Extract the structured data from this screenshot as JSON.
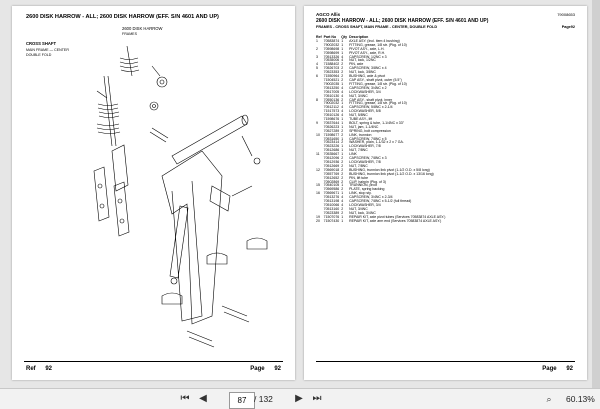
{
  "left_page": {
    "header": "2600 DISK HARROW - ALL; 2600 DISK HARROW (EFF. S/N 4601 AND UP)",
    "subtitle": "2600 DISK HARROW",
    "subtitle2": "FRAMES",
    "section": "CROSS SHAFT",
    "sub1": "MAIN FRAME — CENTER",
    "sub2": "DOUBLE FOLD",
    "footer_ref": "Ref",
    "footer_ref_num": "92",
    "footer_page_label": "Page",
    "footer_page_num": "92"
  },
  "right_page": {
    "brand": "AGCO Allis",
    "doc_code": "79008653",
    "header": "2600 DISK HARROW - ALL; 2600 DISK HARROW (EFF. S/N 4601 AND UP)",
    "subheader": "FRAMES - CROSS SHAFT, MAIN FRAME - CENTER, DOUBLE FOLD",
    "page_ref": "Page92",
    "columns": [
      "Ref",
      "Part No",
      "Qty",
      "Description"
    ],
    "rows": [
      [
        "1",
        "70583874",
        "1",
        "AXLE ASY. (Incl. item 4 bushing)"
      ],
      [
        "",
        "79002032",
        "1",
        "FITTING, grease, 1/8 str. (Pkg. of 10)"
      ],
      [
        "2",
        "70598698",
        "1",
        "PIVOT ASY., axle, L.H."
      ],
      [
        "",
        "70598699",
        "1",
        "PIVOT ASY., axle, R.H."
      ],
      [
        "3",
        "70513326",
        "4",
        "CAPSCREW, 1/2NC x 3"
      ],
      [
        "",
        "70535006",
        "4",
        "NUT, lock, 1/2NC"
      ],
      [
        "4",
        "71588402",
        "2",
        "PIN, axle"
      ],
      [
        "5",
        "70526703",
        "2",
        "CAPSCREW, 3/8NC x 4"
      ],
      [
        "",
        "70523353",
        "2",
        "NUT, lock, 3/8NC"
      ],
      [
        "6",
        "71550964",
        "2",
        "BUSHING, axle & pivot"
      ],
      [
        "",
        "71504521",
        "2",
        "CAP ASY., shaft pivot, outer (5.5\")"
      ],
      [
        "",
        "79002035",
        "1",
        "FITTING, grease, 1/8 str. (Pkg. of 10)"
      ],
      [
        "",
        "70513250",
        "4",
        "CAPSCREW, 3/4NC x 2"
      ],
      [
        "",
        "70517005",
        "4",
        "LOCKWASHER, 3/4"
      ],
      [
        "",
        "70510130",
        "4",
        "NUT, 3/4NC"
      ],
      [
        "8",
        "70550136",
        "2",
        "CAP ASY., shaft pivot, inner"
      ],
      [
        "",
        "79002032",
        "1",
        "FITTING, grease, 1/8 str. (Pkg. of 10)"
      ],
      [
        "",
        "70512112",
        "4",
        "CAPSCREW, 5/8NC x 2-1/4"
      ],
      [
        "",
        "71517573",
        "4",
        "LOCKWASHER, 5/8"
      ],
      [
        "",
        "70510126",
        "4",
        "NUT, 5/8NC"
      ],
      [
        "",
        "71598676",
        "1",
        "TUBE ASY., lift"
      ],
      [
        "9",
        "70537644",
        "1",
        "BOLT, spring & tube, 1-1/4NC x 33\""
      ],
      [
        "",
        "70526223",
        "1",
        "NUT, jam, 1-1/4NC"
      ],
      [
        "",
        "70527289",
        "2",
        "SPRING, bolt compression"
      ],
      [
        "10",
        "71598677",
        "2",
        "LINK, trunnion"
      ],
      [
        "",
        "70531650",
        "1",
        "CAPSCREW, 7/8NC x 5"
      ],
      [
        "",
        "70523414",
        "2",
        "WASHER, plain, 1-1/32 x 2 x 7 GA."
      ],
      [
        "",
        "70523226",
        "1",
        "LOCKWASHER, 7/8"
      ],
      [
        "",
        "70512686",
        "1",
        "NUT, 7/8NC"
      ],
      [
        "11",
        "70535667",
        "1",
        "LINK"
      ],
      [
        "",
        "70512096",
        "2",
        "CAPSCREW, 7/8NC x 3"
      ],
      [
        "",
        "70512936",
        "2",
        "LOCKWASHER, 7/8"
      ],
      [
        "",
        "70512669",
        "2",
        "NUT, 7/8NC"
      ],
      [
        "12",
        "70569018",
        "2",
        "BUSHING, trunnion link pivot (1-1/2 O.D. x 5/8 long)"
      ],
      [
        "",
        "70557769",
        "2",
        "BUSHING, trunnion link pivot (1-1/2 O.D. x 13/16 long)"
      ],
      [
        "",
        "70512652",
        "2",
        "PIN, lift tube"
      ],
      [
        "",
        "70502869",
        "2",
        "CLIP, hairpin (Pkg. of 3)"
      ],
      [
        "15",
        "70540105",
        "1",
        "TRUNNION, pivot"
      ],
      [
        "",
        "70569586",
        "2",
        "PLATE, spring backing"
      ],
      [
        "16",
        "70569671",
        "1",
        "LINK, stop sty."
      ],
      [
        "",
        "70513276",
        "4",
        "CAPSCREW, 3/4NC x 2-3/4"
      ],
      [
        "",
        "70513198",
        "4",
        "CAPSCREW, 7/8NC x 5-1/2 (full thread)"
      ],
      [
        "",
        "70510066",
        "4",
        "LOCKWASHER, 3/4"
      ],
      [
        "",
        "70513160",
        "2",
        "NUT, 3/4NC"
      ],
      [
        "",
        "70523389",
        "2",
        "NUT, lock, 3/4NC"
      ],
      [
        "19",
        "71507076",
        "1",
        "REPAIR KIT, axle pivot tubes (Services 70583874 AXLE ASY.)"
      ],
      [
        "20",
        "71507430",
        "1",
        "REPAIR KIT, axle arm end (Services 70583874 AXLE ASY.)"
      ]
    ],
    "footer_label": "Page",
    "footer_num": "92"
  },
  "toolbar": {
    "current_page": "87",
    "total_pages": "/ 132",
    "zoom": "60.13%",
    "page_separator": "/"
  }
}
